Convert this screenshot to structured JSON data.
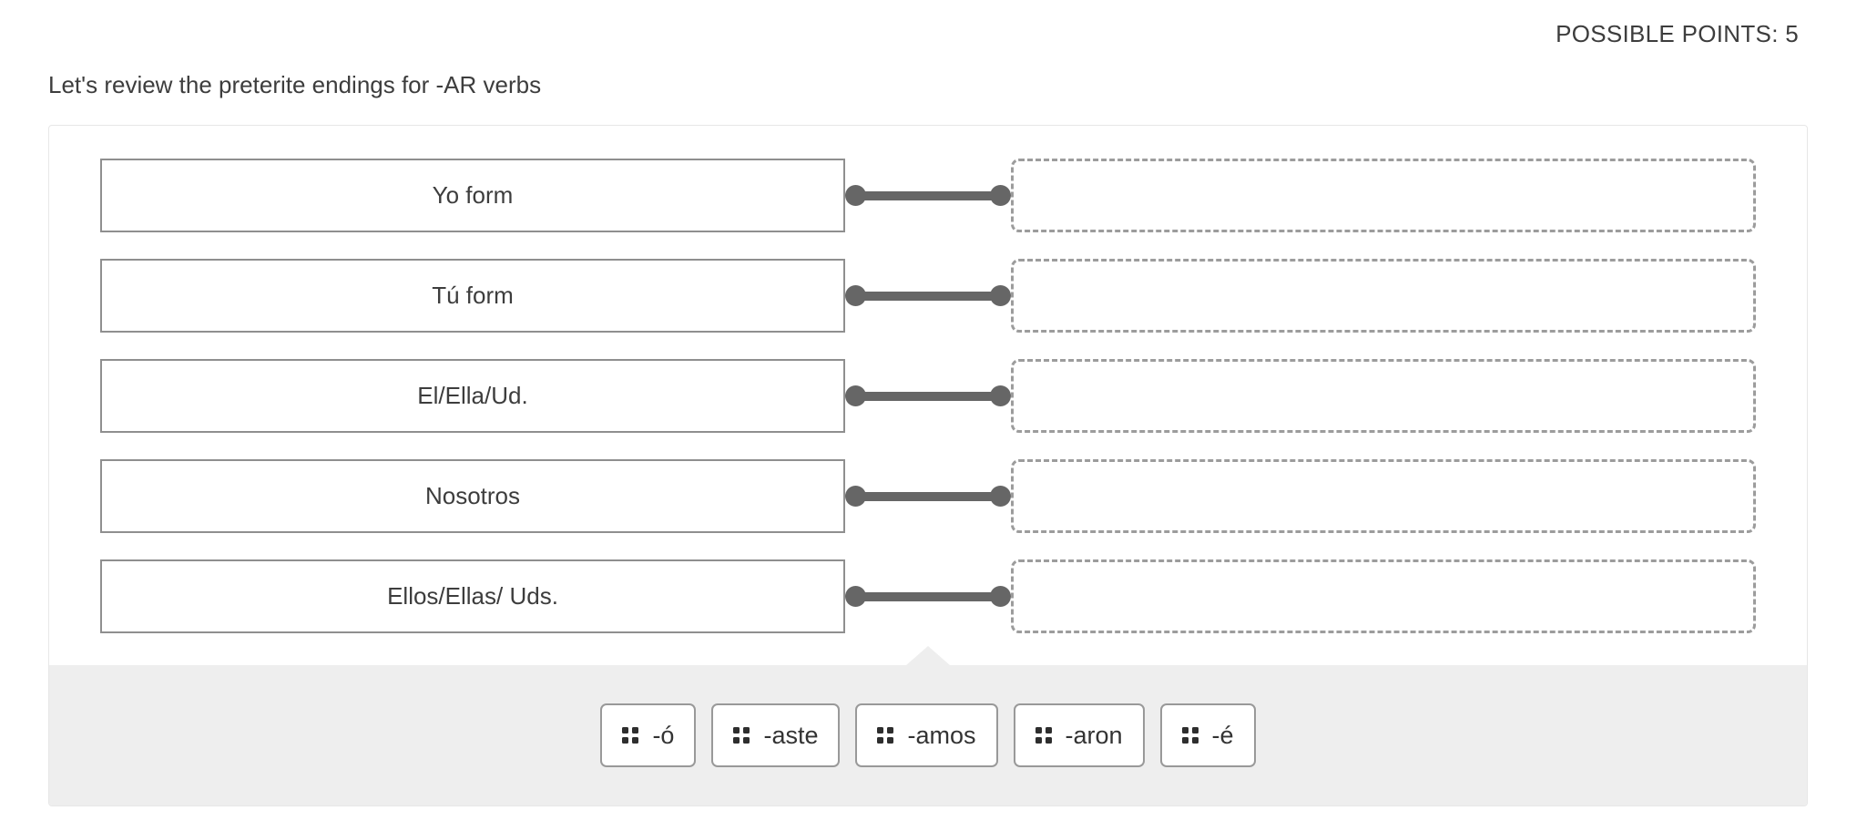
{
  "header": {
    "possible_points": "POSSIBLE POINTS: 5"
  },
  "question": {
    "text": "Let's review the preterite endings for -AR verbs"
  },
  "matching": {
    "prompts": [
      {
        "label": "Yo form"
      },
      {
        "label": "Tú form"
      },
      {
        "label": "El/Ella/Ud."
      },
      {
        "label": "Nosotros"
      },
      {
        "label": "Ellos/Ellas/ Uds."
      }
    ],
    "drop_zones_empty": true
  },
  "answer_bank": {
    "chips": [
      {
        "label": "-ó",
        "icon": "drag-handle-icon"
      },
      {
        "label": "-aste",
        "icon": "drag-handle-icon"
      },
      {
        "label": "-amos",
        "icon": "drag-handle-icon"
      },
      {
        "label": "-aron",
        "icon": "drag-handle-icon"
      },
      {
        "label": "-é",
        "icon": "drag-handle-icon"
      }
    ]
  },
  "colors": {
    "connector": "#666666",
    "tray-bg": "#eeeeee",
    "prompt-border": "#8f8f8f",
    "dash-border": "#9c9c9c",
    "chip-border": "#999999",
    "card-border": "#e7e7e7",
    "text": "#3d3d3d",
    "handle": "#2e2e2e"
  }
}
